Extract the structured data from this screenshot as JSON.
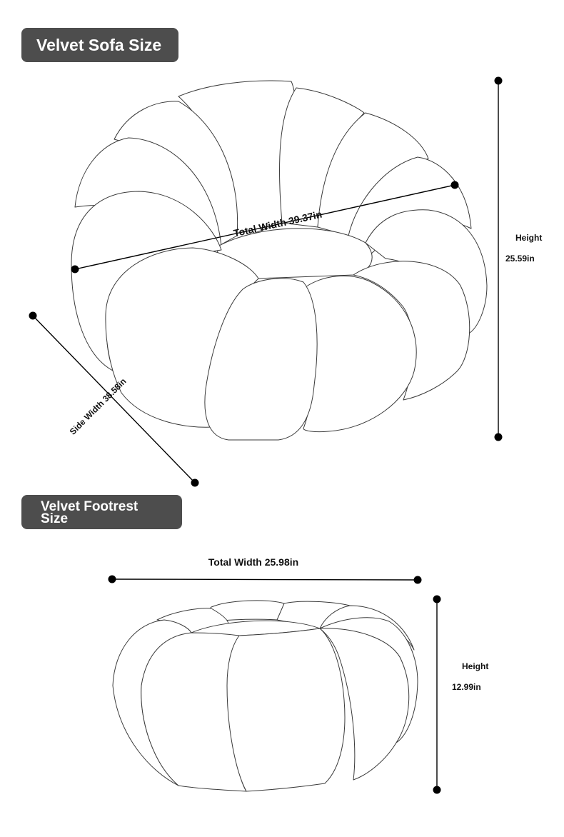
{
  "sofa": {
    "title": "Velvet Sofa Size",
    "total_width": "Total Width 39.37in",
    "side_width": "Side Width 38.58in",
    "height_label": "Height",
    "height_value": "25.59in"
  },
  "footrest": {
    "title_line1": "Velvet Footrest",
    "title_line2": "Size",
    "total_width": "Total Width 25.98in",
    "height_label": "Height",
    "height_value": "12.99in"
  },
  "colors": {
    "pill_background": "#4d4d4d",
    "pill_text": "#ffffff",
    "line": "#000000"
  }
}
